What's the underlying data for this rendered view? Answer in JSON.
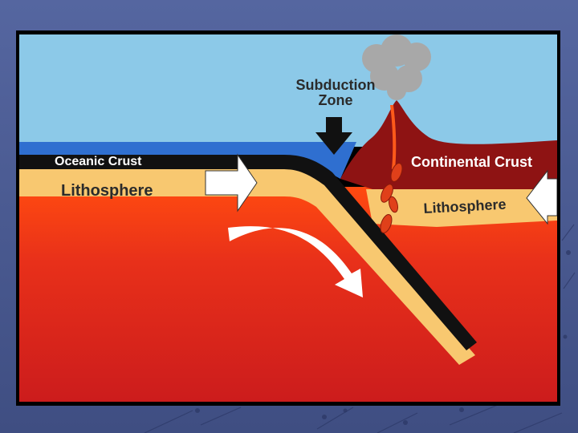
{
  "slide": {
    "background_color": "#4a5a8e"
  },
  "diagram": {
    "labels": {
      "subduction_zone_line1": "Subduction",
      "subduction_zone_line2": "Zone",
      "oceanic_crust": "Oceanic Crust",
      "lithosphere_left": "Lithosphere",
      "continental_crust": "Continental Crust",
      "lithosphere_right": "Lithosphere"
    },
    "colors": {
      "sky": "#8cc9e8",
      "ocean": "#2f6fd0",
      "mantle": "#d8231c",
      "mantle_top": "#ff4a10",
      "lithosphere": "#f8c870",
      "oceanic_crust": "#111111",
      "continental_crust": "#8e1313",
      "magma": "#e0401a",
      "ash_cloud": "#a8a8a8",
      "arrow": "#ffffff"
    },
    "icons": {
      "down_arrow": "subduction-arrow-icon",
      "plate_motion_left": "right-pointing-arrow-icon",
      "plate_motion_right": "left-pointing-arrow-icon",
      "mantle_flow": "curved-arrow-icon",
      "volcano_cloud": "ash-cloud-icon"
    }
  }
}
